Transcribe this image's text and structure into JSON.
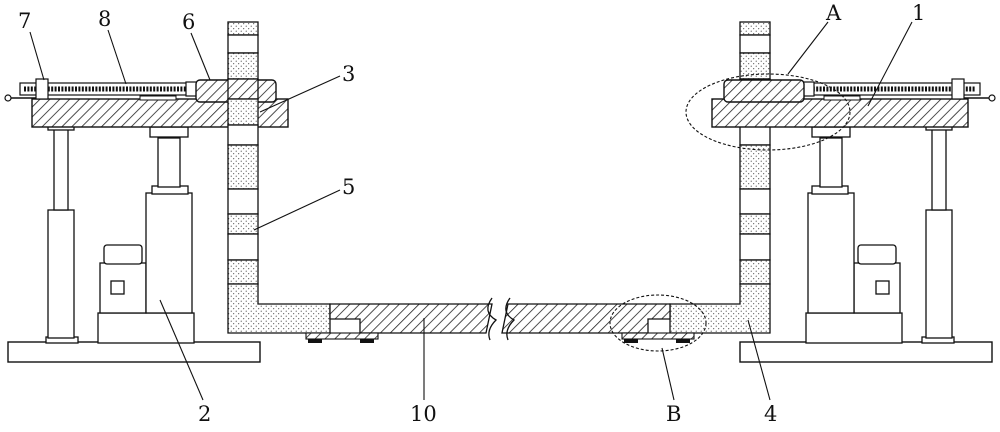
{
  "figure": {
    "callouts": [
      {
        "id": "7",
        "text": "7"
      },
      {
        "id": "8",
        "text": "8"
      },
      {
        "id": "6",
        "text": "6"
      },
      {
        "id": "3",
        "text": "3"
      },
      {
        "id": "5",
        "text": "5"
      },
      {
        "id": "A",
        "text": "A"
      },
      {
        "id": "1",
        "text": "1"
      },
      {
        "id": "2",
        "text": "2"
      },
      {
        "id": "10",
        "text": "10"
      },
      {
        "id": "B",
        "text": "B"
      },
      {
        "id": "4",
        "text": "4"
      }
    ]
  }
}
